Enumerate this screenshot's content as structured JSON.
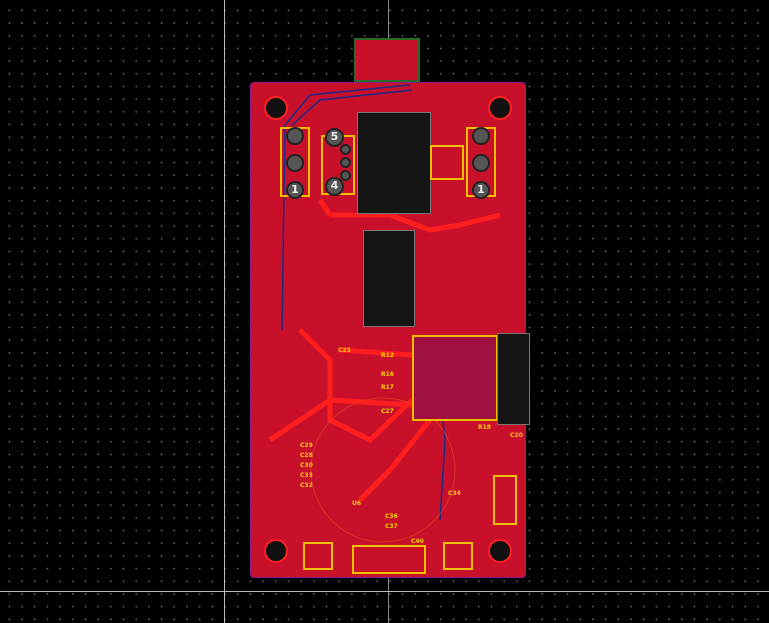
{
  "canvas": {
    "background": "#000000",
    "board_color": "#c8102a",
    "trace_color": "#ff1e1e",
    "silkscreen_color": "#f0c000"
  },
  "connectors": {
    "left_header": {
      "pin1_label": "1"
    },
    "center_header": {
      "pin5_label": "5",
      "pin4_label": "4"
    },
    "right_header": {
      "pin1_label": "1"
    }
  },
  "references": [
    "C29",
    "C28",
    "C30",
    "C33",
    "C32",
    "C25",
    "R12",
    "R16",
    "R17",
    "C27",
    "U6",
    "C36",
    "C37",
    "C40",
    "C34",
    "R18",
    "C20"
  ]
}
